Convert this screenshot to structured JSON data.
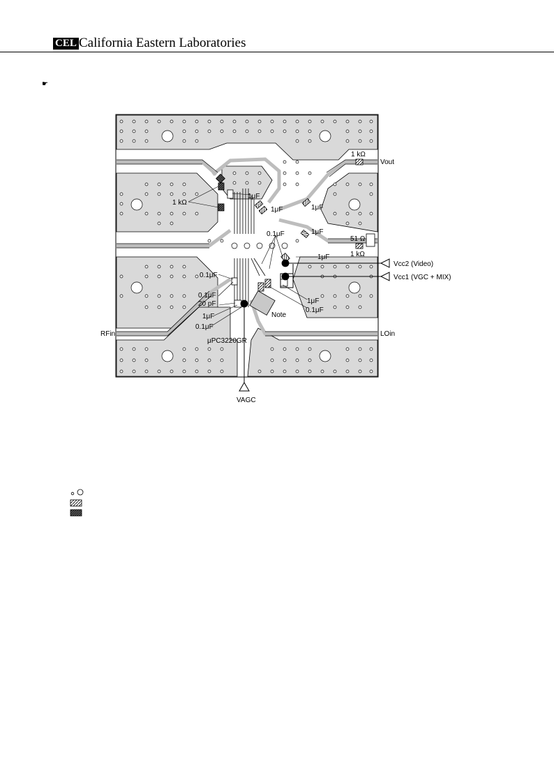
{
  "header": {
    "logo_text": "CEL",
    "company": "California Eastern Laboratories"
  },
  "colors": {
    "board": "#d9d9d9",
    "trace": "#bdbdbd",
    "ink": "#000000"
  },
  "diagram": {
    "labels": {
      "r_out": "1 kΩ",
      "vout": "Vout",
      "r_left": "1 kΩ",
      "c_top1": "1μF",
      "c_top2": "1μF",
      "c_mid1": "1μF",
      "c_mid2": "1μF",
      "r_51": "51 Ω",
      "r_1k_right": "1 kΩ",
      "c_01_top": "0.1μF",
      "c_1_right": "1μF",
      "vcc2": "Vcc2 (Video)",
      "vcc1": "Vcc1 (VGC + MIX)",
      "c_01_left": "0.1μF",
      "c_01_left2": "0.1μF",
      "c_20p": "20 pF",
      "c_1_left": "1μF",
      "c_01_left3": "0.1μF",
      "c_1_br": "1μF",
      "c_01_br": "0.1μF",
      "note": "Note",
      "rf_in": "RFin",
      "lo_in": "LOin",
      "part": "μPC3220GR",
      "vagc": "VAGC"
    }
  },
  "legend": {
    "items": [
      "",
      "",
      ""
    ]
  }
}
